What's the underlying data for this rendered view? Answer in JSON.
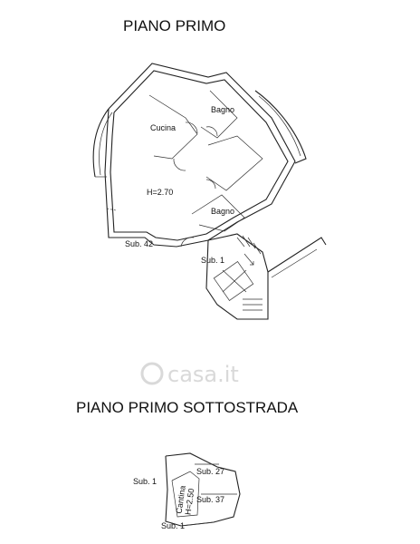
{
  "headings": {
    "first_floor": "PIANO PRIMO",
    "semi_basement": "PIANO PRIMO SOTTOSTRADA"
  },
  "first_floor": {
    "rooms": {
      "kitchen": "Cucina",
      "bathroom_top": "Bagno",
      "living_height": "H=2.70",
      "bathroom_bottom": "Bagno"
    },
    "subs": {
      "sub_42": "Sub. 42",
      "sub_1": "Sub. 1"
    }
  },
  "semi_basement": {
    "cellar": "Cantina",
    "cellar_height": "H=2.50",
    "subs": {
      "sub_27": "Sub. 27",
      "sub_37": "Sub. 37",
      "sub_1_left": "Sub. 1",
      "sub_1_bottom": "Sub. 1"
    }
  },
  "watermark": "casa.it"
}
